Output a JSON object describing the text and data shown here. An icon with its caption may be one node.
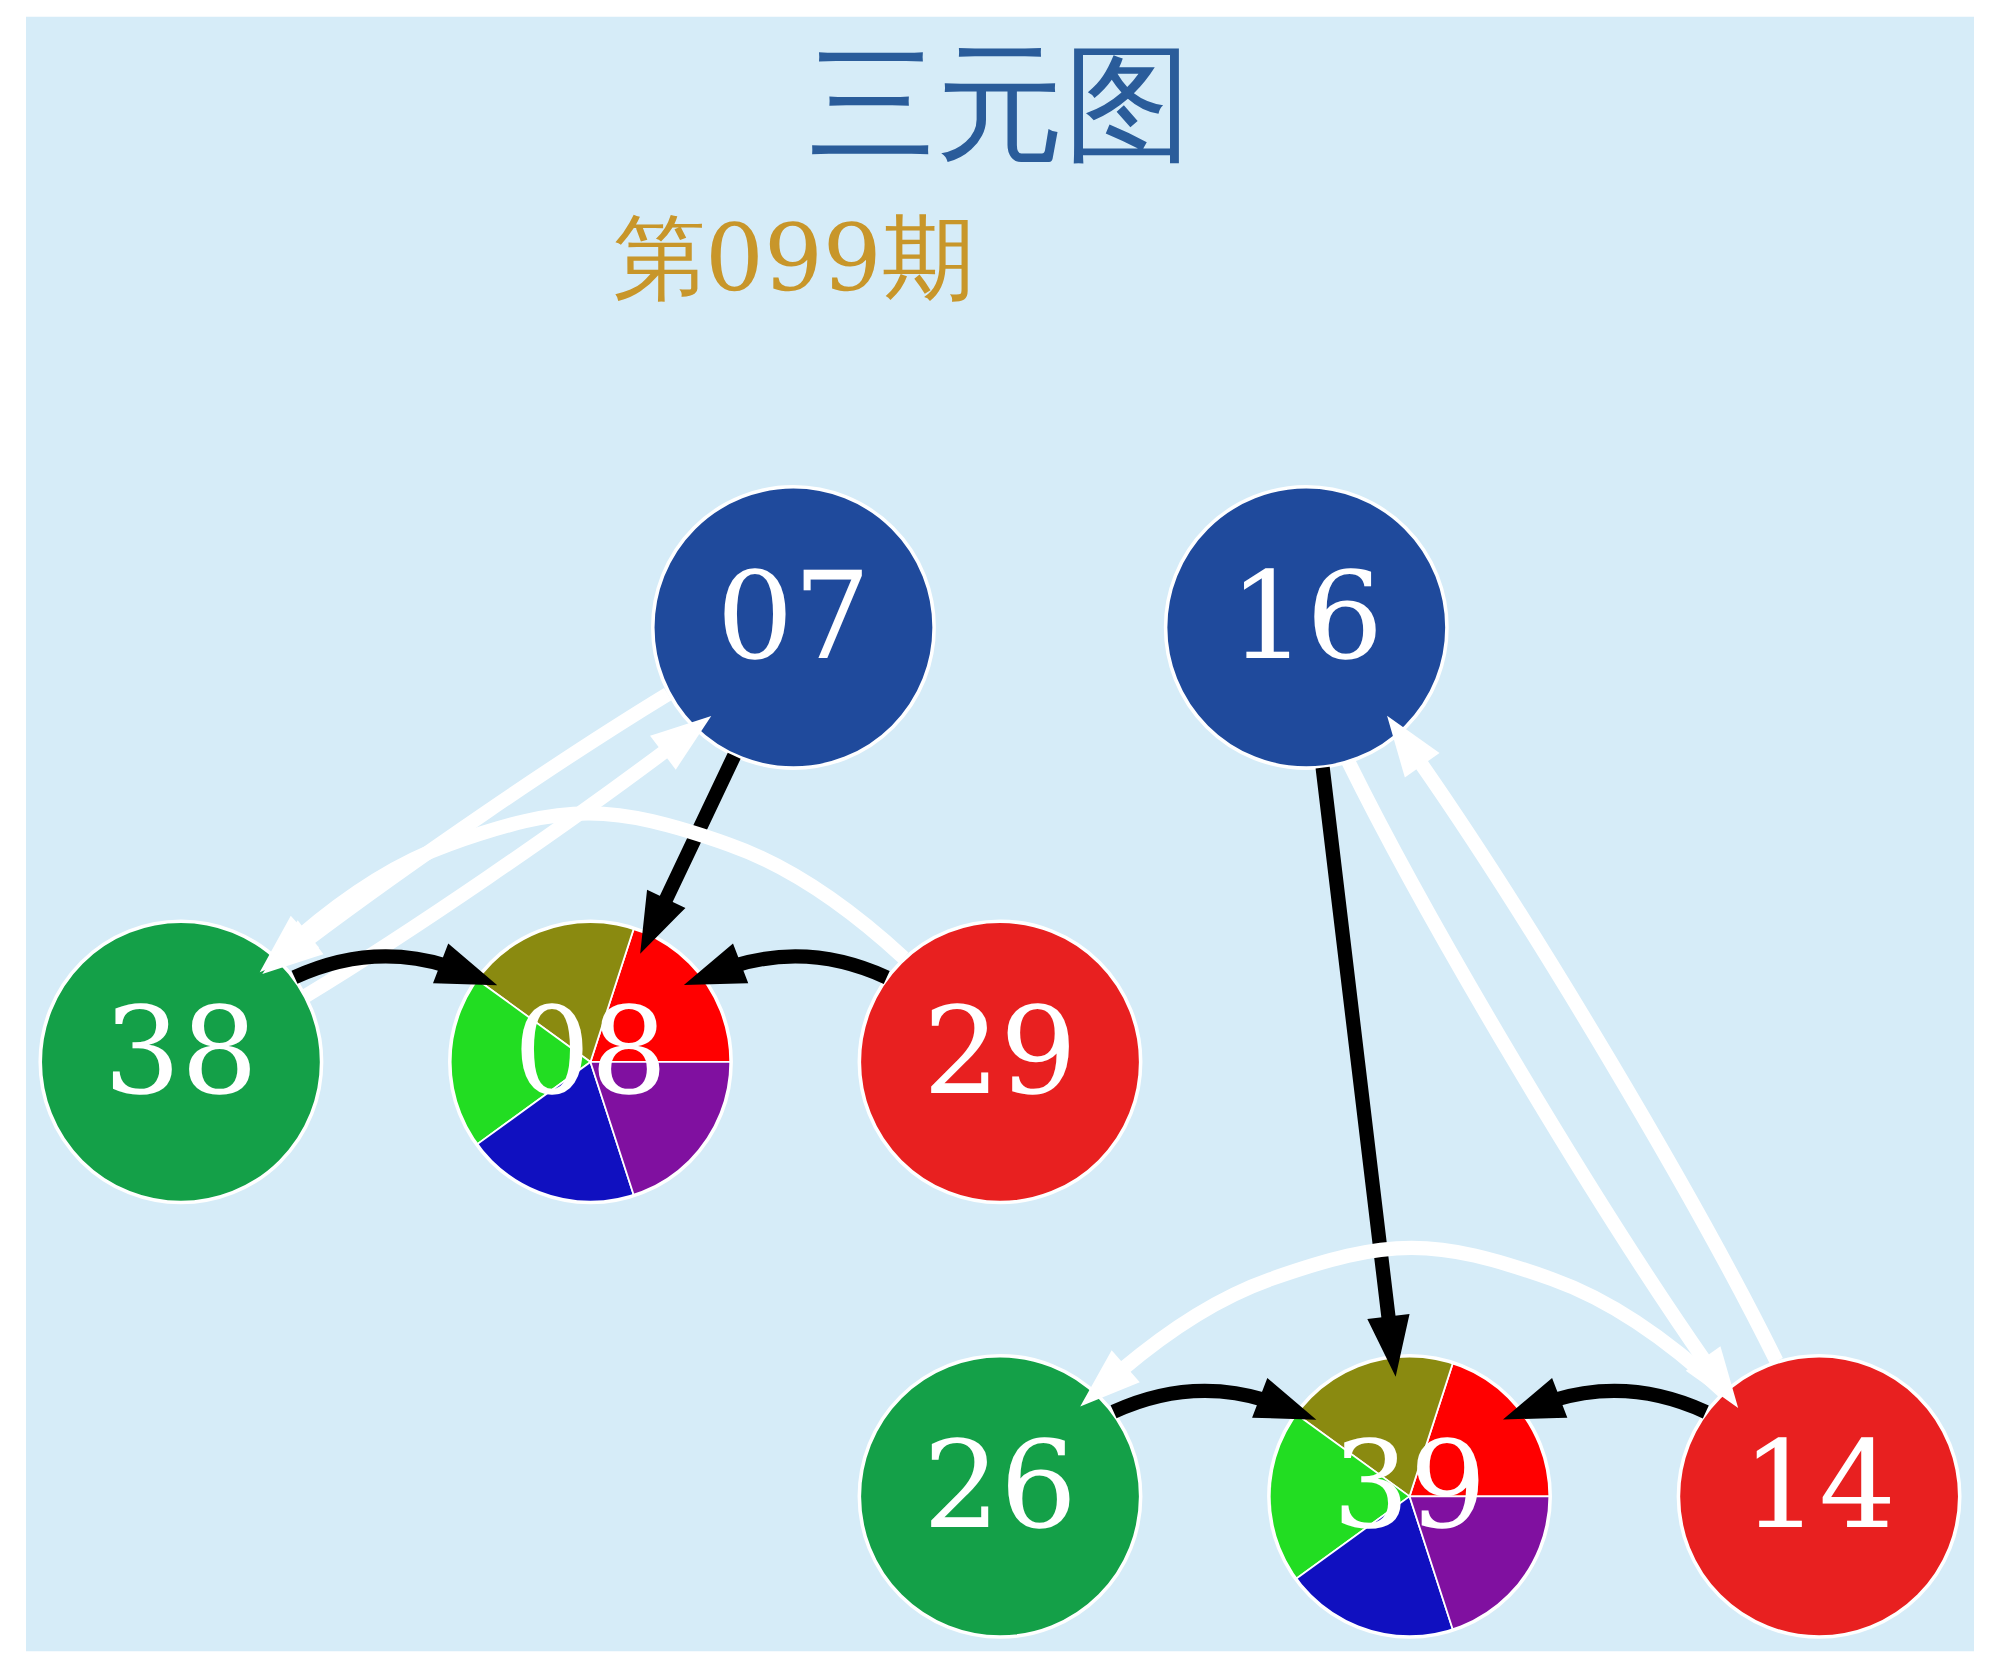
{
  "diagram": {
    "title": "三元图",
    "nodes": [
      {
        "text": [
          "07"
        ]
      },
      {
        "text": [
          "08"
        ]
      },
      {
        "text": [
          "38"
        ]
      },
      {
        "text": [
          "29"
        ]
      },
      {
        "text": [
          "16"
        ]
      },
      {
        "text": [
          "39"
        ]
      },
      {
        "text": [
          "26"
        ]
      },
      {
        "text": [
          "14"
        ]
      }
    ],
    "edges": [
      {
        "from": 0,
        "to": 1,
        "arrow": "to"
      },
      {
        "from": 2,
        "to": 1,
        "arrow": "to"
      },
      {
        "from": 3,
        "to": 1,
        "arrow": "to"
      },
      {
        "from": 0,
        "to": 2,
        "arrow": "to",
        "color": "#ffffff"
      },
      {
        "from": 2,
        "to": 0,
        "arrow": "to",
        "color": "#ffffff"
      },
      {
        "from": 3,
        "to": 2,
        "arrow": "to",
        "color": "#ffffff"
      },
      {
        "from": 4,
        "to": 5,
        "arrow": "to"
      },
      {
        "from": 6,
        "to": 5,
        "arrow": "to"
      },
      {
        "from": 7,
        "to": 5,
        "arrow": "to"
      },
      {
        "from": 7,
        "to": 4,
        "arrow": "to",
        "color": "#ffffff"
      },
      {
        "from": 4,
        "to": 7,
        "arrow": "to",
        "color": "#ffffff"
      },
      {
        "from": 7,
        "to": 6,
        "arrow": "to",
        "color": "#ffffff"
      }
    ],
    "labels": [
      "第099期"
    ]
  }
}
